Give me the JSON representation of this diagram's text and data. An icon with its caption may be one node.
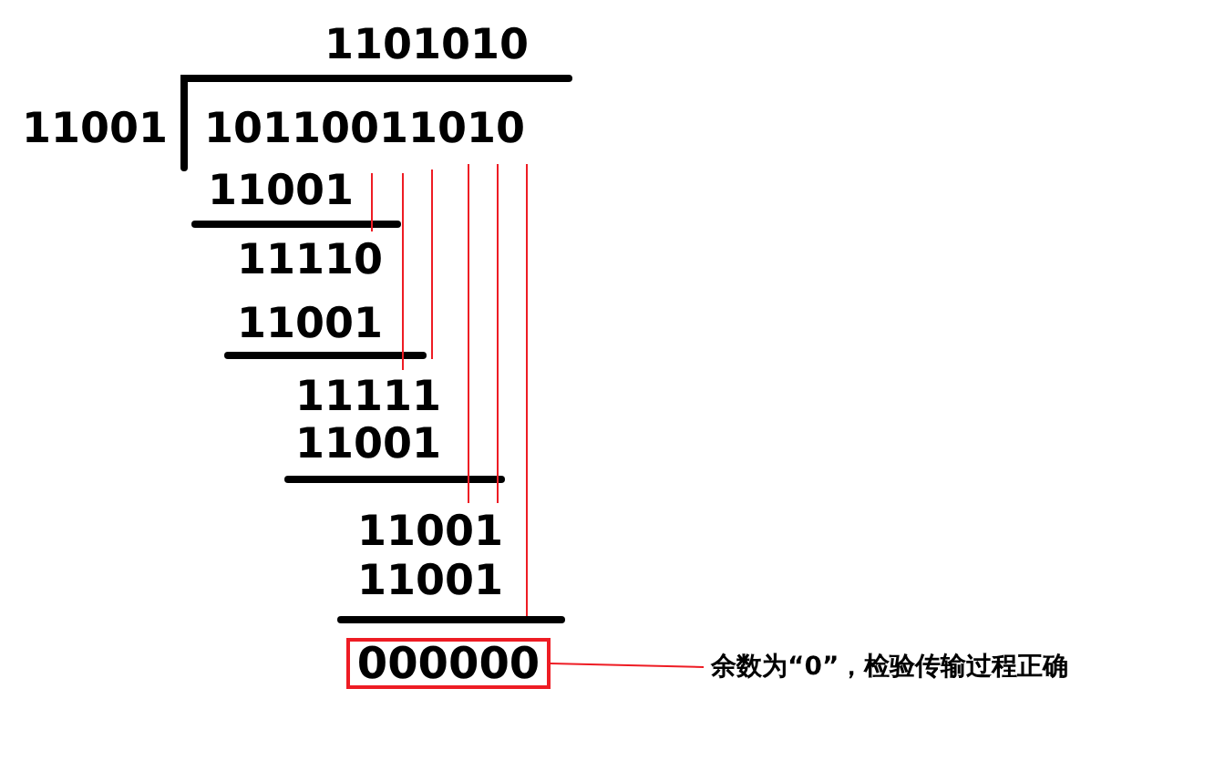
{
  "diagram": {
    "nodes": [
      {
        "text": [
          "000000"
        ]
      },
      {
        "text": [
          "余数为“0”，检验传输过程正确"
        ]
      }
    ],
    "edges": [
      {
        "from": 0,
        "to": 1,
        "arrow": "none",
        "color": "#ee1c24"
      }
    ],
    "labels": [
      "1101010",
      "11001",
      "10110011010",
      "11001",
      "11110",
      "11001",
      "11111",
      "11001",
      "11001",
      "11001"
    ]
  }
}
